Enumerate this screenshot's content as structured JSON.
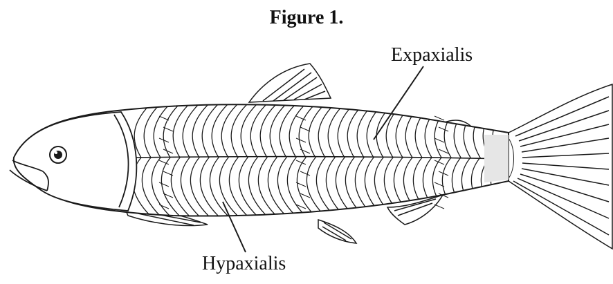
{
  "figure": {
    "title": "Figure 1.",
    "labels": {
      "expaxialis": "Expaxialis",
      "hypaxialis": "Hypaxialis"
    }
  },
  "colors": {
    "ink": "#1a1a1a",
    "paper": "#ffffff",
    "fin_shade": "#bdbdbd"
  }
}
